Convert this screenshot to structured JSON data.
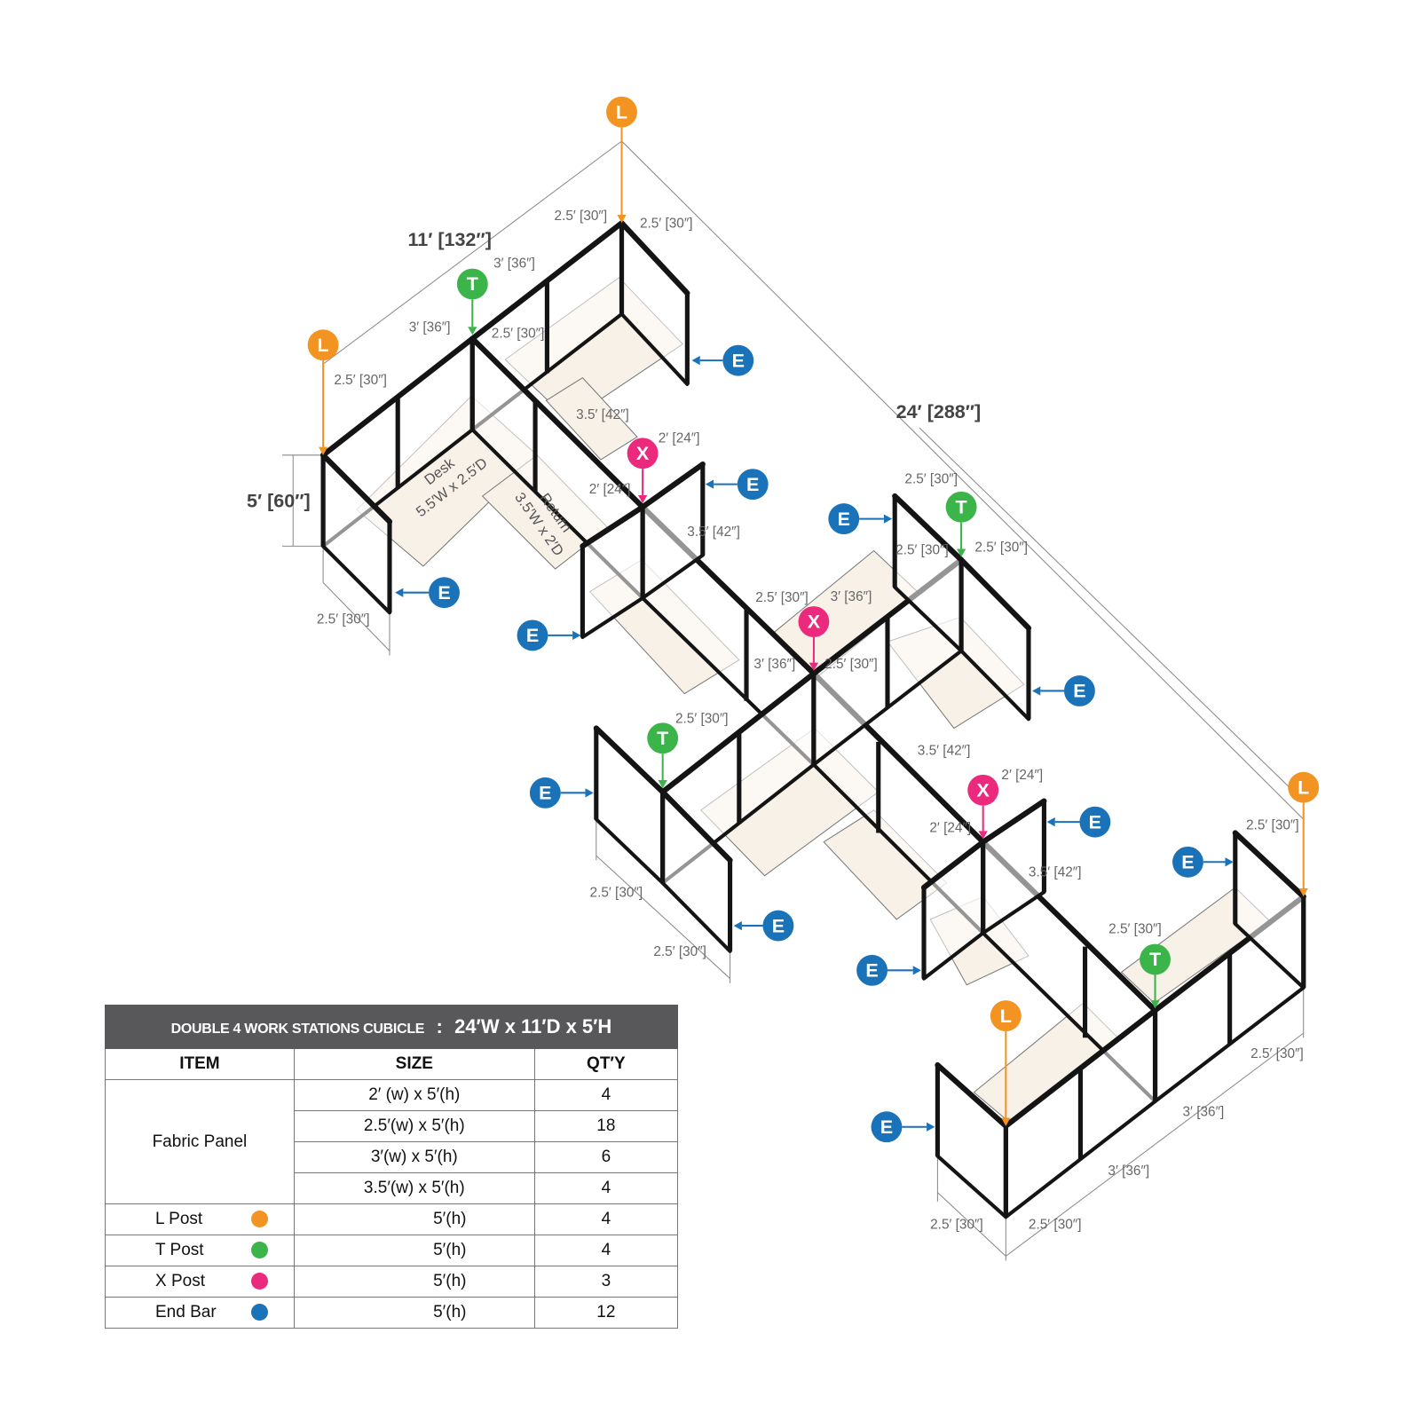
{
  "colors": {
    "L": "#f39322",
    "T": "#3bb54a",
    "X": "#ec2a7d",
    "E": "#1a72b9",
    "desk": "#f8f1e8",
    "panel": "#141414",
    "dim_line": "#888888"
  },
  "marker_letters": {
    "L": "L",
    "T": "T",
    "X": "X",
    "E": "E"
  },
  "overall": {
    "depth": "11′ [132″]",
    "width": "24′ [288″]",
    "height": "5′ [60″]"
  },
  "desk_label": {
    "name": "Desk",
    "size": "5.5′W x 2.5′D"
  },
  "return_label": {
    "name": "Return",
    "size": "3.5′W x 2′D"
  },
  "dimensions": [
    "2.5′ [30″]",
    "2.5′ [30″]",
    "2.5′ [30″]",
    "2.5′ [30″]",
    "2.5′ [30″]",
    "2.5′ [30″]",
    "2.5′ [30″]",
    "2.5′ [30″]",
    "2.5′ [30″]",
    "2.5′ [30″]",
    "2.5′ [30″]",
    "2.5′ [30″]",
    "2.5′ [30″]",
    "2.5′ [30″]",
    "2.5′ [30″]",
    "2.5′ [30″]",
    "2.5′ [30″]",
    "2.5′ [30″]",
    "3′ [36″]",
    "3′ [36″]",
    "3′ [36″]",
    "3′ [36″]",
    "3′ [36″]",
    "3′ [36″]",
    "3.5′ [42″]",
    "3.5′ [42″]",
    "3.5′ [42″]",
    "3.5′ [42″]",
    "2′ [24″]",
    "2′ [24″]",
    "2′ [24″]",
    "2′ [24″]"
  ],
  "table": {
    "title_left": "DOUBLE 4 WORK STATIONS  CUBICLE",
    "title_sep": ":",
    "title_right": "24′W x 11′D x 5′H",
    "headers": [
      "ITEM",
      "SIZE",
      "QT′Y"
    ],
    "fabric_panel": {
      "item": "Fabric Panel",
      "rows": [
        {
          "size": "2′ (w) x 5′(h)",
          "qty": "4"
        },
        {
          "size": "2.5′(w) x 5′(h)",
          "qty": "18"
        },
        {
          "size": "3′(w) x 5′(h)",
          "qty": "6"
        },
        {
          "size": "3.5′(w) x 5′(h)",
          "qty": "4"
        }
      ]
    },
    "posts": [
      {
        "item": "L Post",
        "key": "L",
        "size": "5′(h)",
        "qty": "4"
      },
      {
        "item": "T Post",
        "key": "T",
        "size": "5′(h)",
        "qty": "4"
      },
      {
        "item": "X Post",
        "key": "X",
        "size": "5′(h)",
        "qty": "3"
      },
      {
        "item": "End Bar",
        "key": "E",
        "size": "5′(h)",
        "qty": "12"
      }
    ]
  }
}
